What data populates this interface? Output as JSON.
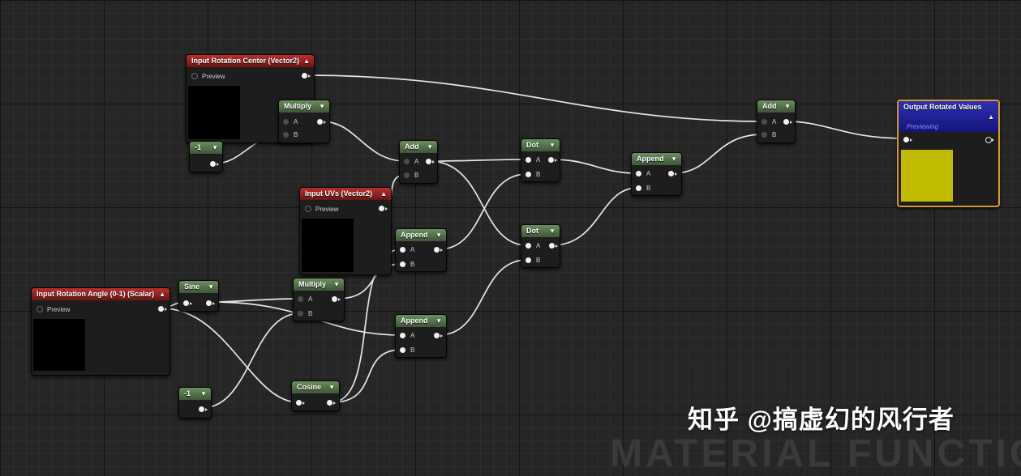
{
  "nodes": {
    "input_rotation_center": {
      "title": "Input Rotation Center (Vector2)",
      "preview_label": "Preview"
    },
    "input_uvs": {
      "title": "Input UVs (Vector2)",
      "preview_label": "Preview"
    },
    "input_rotation_angle": {
      "title": "Input Rotation Angle (0-1) (Scalar)",
      "preview_label": "Preview"
    },
    "const_neg1_top": {
      "title": "-1"
    },
    "const_neg1_bottom": {
      "title": "-1"
    },
    "multiply_top": {
      "title": "Multiply",
      "pin_a": "A",
      "pin_b": "B"
    },
    "multiply_mid": {
      "title": "Multiply",
      "pin_a": "A",
      "pin_b": "B"
    },
    "add_mid": {
      "title": "Add",
      "pin_a": "A",
      "pin_b": "B"
    },
    "add_final": {
      "title": "Add",
      "pin_a": "A",
      "pin_b": "B"
    },
    "sine": {
      "title": "Sine"
    },
    "cosine": {
      "title": "Cosine"
    },
    "append_1": {
      "title": "Append",
      "pin_a": "A",
      "pin_b": "B"
    },
    "append_2": {
      "title": "Append",
      "pin_a": "A",
      "pin_b": "B"
    },
    "append_3": {
      "title": "Append",
      "pin_a": "A",
      "pin_b": "B"
    },
    "dot_1": {
      "title": "Dot",
      "pin_a": "A",
      "pin_b": "B"
    },
    "dot_2": {
      "title": "Dot",
      "pin_a": "A",
      "pin_b": "B"
    },
    "output": {
      "title": "Output Rotated Values",
      "subtitle": "Previewing",
      "preview_color": "#c2bc00"
    }
  },
  "colors": {
    "canvas": "#262626",
    "wire": "#e6e6e6",
    "output_border": "#d79a25",
    "input_header": "#8e2020",
    "math_header": "#4f6e47",
    "output_header": "#2425a0"
  },
  "watermark": {
    "text": "知乎 @搞虚幻的风行者"
  },
  "background_text": "MATERIAL FUNCTIO"
}
